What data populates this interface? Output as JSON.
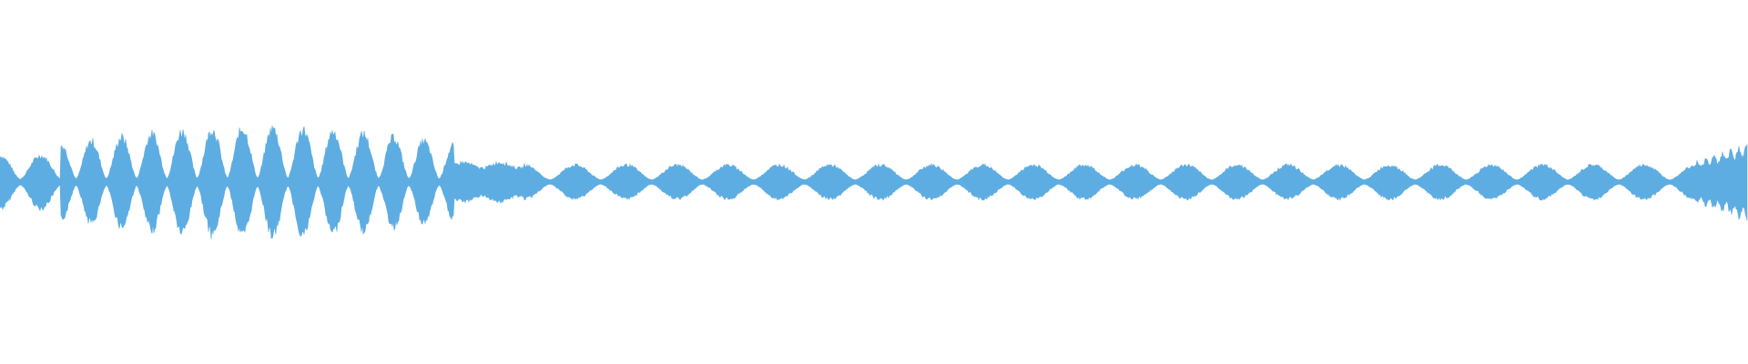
{
  "waveform": {
    "color": "#5dade2",
    "background": "#ffffff",
    "max_amplitude": 1.0,
    "segments": [
      {
        "duration": 0.035,
        "amplitude": 0.38,
        "pulses": 1.5,
        "shape": "pulsed"
      },
      {
        "duration": 0.225,
        "amplitude": 0.72,
        "pulses": 13,
        "shape": "pulsed-strong"
      },
      {
        "duration": 0.04,
        "amplitude": 0.28,
        "pulses": 1,
        "shape": "flat"
      },
      {
        "duration": 0.67,
        "amplitude": 0.24,
        "pulses": 23,
        "shape": "pulsed"
      },
      {
        "duration": 0.03,
        "amplitude": 0.55,
        "pulses": 0,
        "shape": "ramp-up"
      }
    ]
  }
}
